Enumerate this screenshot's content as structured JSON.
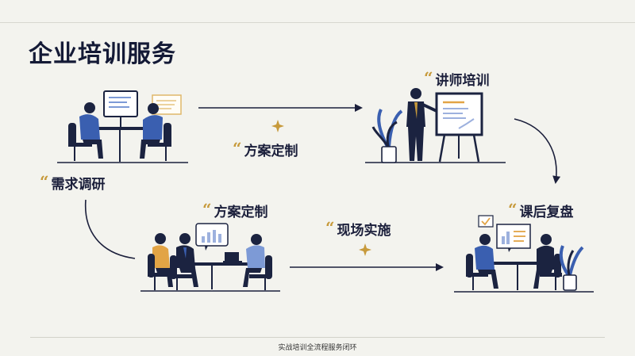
{
  "title": "企业培训服务",
  "quote_mark": "“",
  "steps": {
    "research": "需求调研",
    "plan_top": "方案定制",
    "training": "讲师培训",
    "plan_bottom": "方案定制",
    "onsite": "现场实施",
    "review": "课后复盘"
  },
  "footer": "实战培训全流程服务闭环",
  "colors": {
    "navy": "#1b2340",
    "blue": "#3a5fb0",
    "gold": "#c79a3b",
    "orange": "#e2a445",
    "background": "#f3f3ee"
  }
}
